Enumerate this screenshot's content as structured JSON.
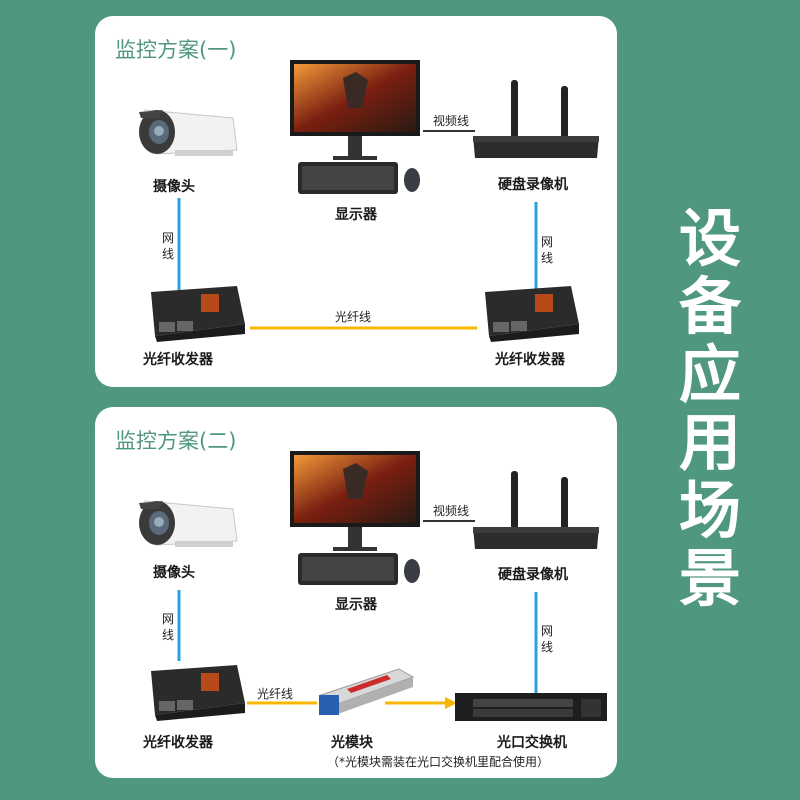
{
  "side_title": [
    "设",
    "备",
    "应",
    "用",
    "场",
    "景"
  ],
  "scheme1": {
    "title": "监控方案(一)",
    "camera": "摄像头",
    "monitor": "显示器",
    "nvr": "硬盘录像机",
    "video_cable": "视频线",
    "net_cable_left": "网线",
    "net_cable_right": "网线",
    "fiber_cable": "光纤线",
    "transceiver_left": "光纤收发器",
    "transceiver_right": "光纤收发器"
  },
  "scheme2": {
    "title": "监控方案(二)",
    "camera": "摄像头",
    "monitor": "显示器",
    "nvr": "硬盘录像机",
    "video_cable": "视频线",
    "net_cable_left": "网线",
    "net_cable_right": "网线",
    "fiber_cable": "光纤线",
    "transceiver": "光纤收发器",
    "module": "光模块",
    "switch": "光口交换机",
    "note": "（*光模块需装在光口交换机里配合使用）"
  },
  "colors": {
    "background": "#4f977f",
    "fiber": "#f5b700",
    "network": "#29a0e0",
    "title": "#4f977f"
  }
}
